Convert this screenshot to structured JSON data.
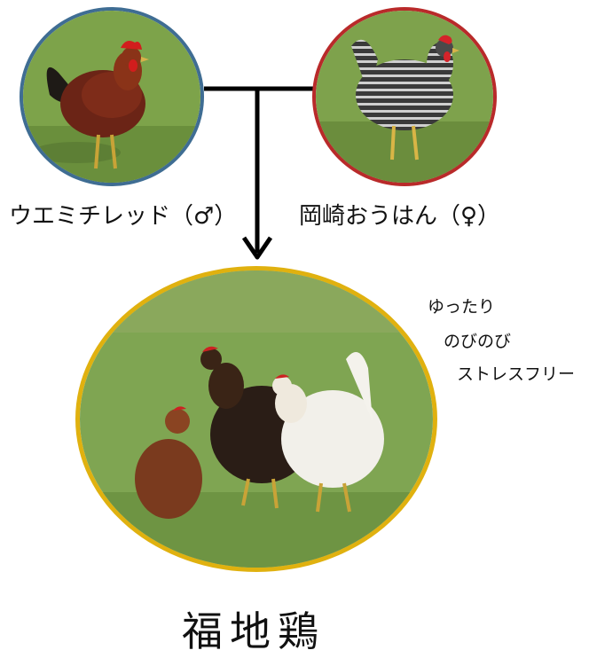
{
  "parents": {
    "male": {
      "label": "ウエミチレッド（♂）",
      "border_color": "#3f6d93",
      "image": "rhode-island-red-rooster-on-grass"
    },
    "female": {
      "label": "岡崎おうはん（♀）",
      "border_color": "#b92a2a",
      "image": "barred-hen-on-grass"
    }
  },
  "child": {
    "name": "福地鶏",
    "border_color": "#e0b10f",
    "image": "group-of-hens-on-pasture"
  },
  "tags": [
    "ゆったり",
    "のびのび",
    "ストレスフリー"
  ]
}
